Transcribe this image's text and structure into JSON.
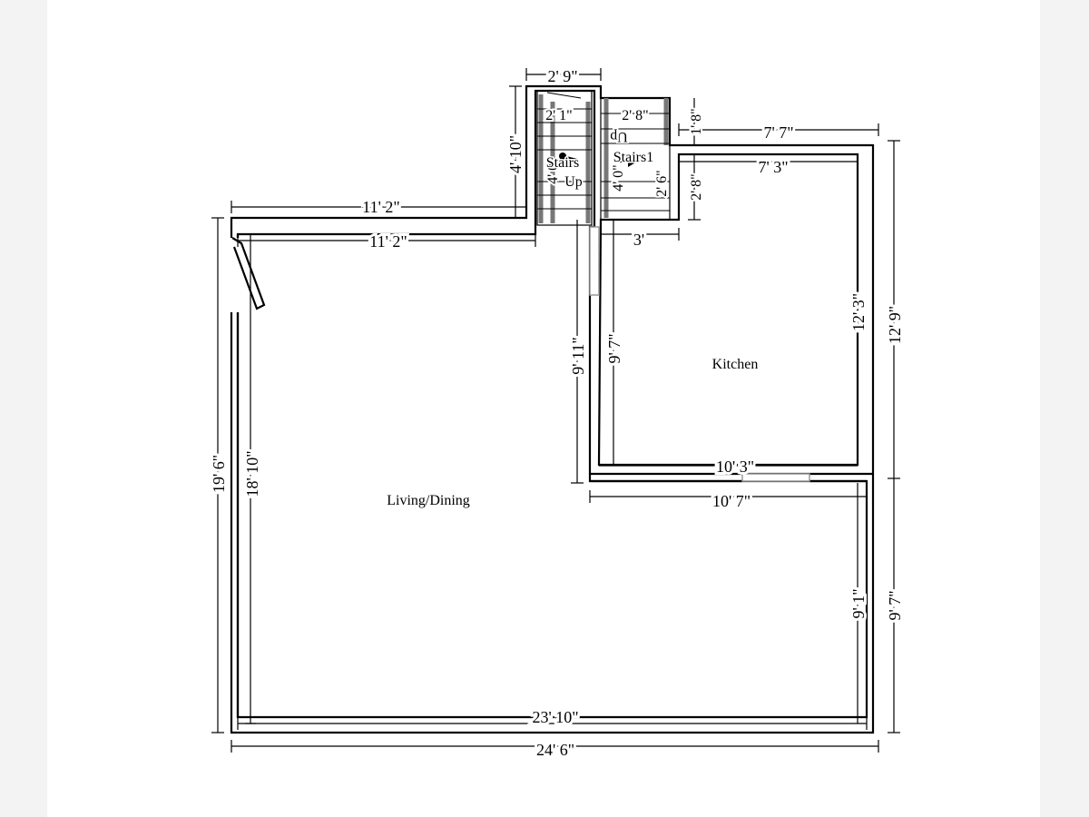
{
  "rooms": {
    "living": "Living/Dining",
    "kitchen": "Kitchen",
    "stairs": "Stairs",
    "stairs1": "Stairs1",
    "up1": "Up",
    "up2": "Up"
  },
  "dimensions": {
    "stair_top": "2' 9\"",
    "stair_left_height": "4' 10\"",
    "stair_tread_a": "2' 1\"",
    "stair_tread_b": "4' 0\"",
    "stair2_width": "2' 8\"",
    "stair2_side": "1' 8\"",
    "stair2_side_lower": "2' 8\"",
    "stair2_tread": "2' 6\"",
    "stair2_inner": "4' 0\"",
    "opening_3": "3'",
    "top_left_outer": "11' 2\"",
    "top_left_inner": "11' 2\"",
    "kitchen_top_outer": "7' 7\"",
    "kitchen_top_inner": "7' 3\"",
    "kitchen_right_inner": "12' 3\"",
    "kitchen_right_outer": "12' 9\"",
    "kitchen_left_outer": "9' 11\"",
    "kitchen_left_inner": "9' 7\"",
    "kitchen_bottom_inner": "10' 3\"",
    "kitchen_bottom_outer": "10' 7\"",
    "left_outer": "19' 6\"",
    "left_inner": "18' 10\"",
    "right_lower_inner": "9' 1\"",
    "right_lower_outer": "9' 7\"",
    "bottom_inner": "23' 10\"",
    "bottom_outer": "24' 6\""
  }
}
